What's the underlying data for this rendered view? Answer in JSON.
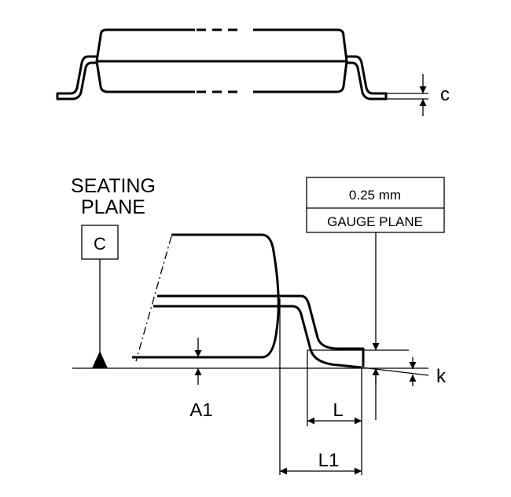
{
  "top_view": {
    "dim_c": "c"
  },
  "side_view": {
    "seating_plane_line1": "SEATING",
    "seating_plane_line2": "PLANE",
    "datum": "C",
    "gauge_value": "0.25 mm",
    "gauge_label": "GAUGE PLANE",
    "dim_a1": "A1",
    "dim_l": "L",
    "dim_l1": "L1",
    "dim_k": "k"
  }
}
